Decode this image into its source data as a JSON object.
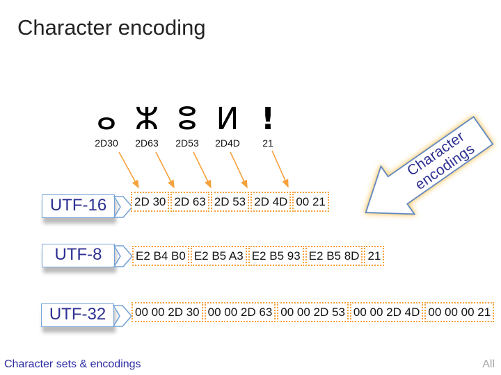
{
  "slide": {
    "title": "Character encoding",
    "footer_left": "Character sets & encodings",
    "footer_right": "All"
  },
  "characters": {
    "items": [
      {
        "glyph": "ⴰ",
        "code": "2D30"
      },
      {
        "glyph": "ⵣ",
        "code": "2D63"
      },
      {
        "glyph": "ⵓ",
        "code": "2D53"
      },
      {
        "glyph": "ⵍ",
        "code": "2D4D"
      },
      {
        "glyph": "!",
        "code": "21"
      }
    ]
  },
  "encodings": {
    "rows": [
      {
        "label": "UTF-16",
        "bytes": [
          "2D 30",
          "2D 63",
          "2D 53",
          "2D 4D",
          "00 21"
        ]
      },
      {
        "label": "UTF-8",
        "bytes": [
          "E2 B4 B0",
          "E2 B5 A3",
          "E2 B5 93",
          "E2 B5 8D",
          "21"
        ]
      },
      {
        "label": "UTF-32",
        "bytes": [
          "00 00 2D 30",
          "00 00 2D 63",
          "00 00 2D 53",
          "00 00 2D 4D",
          "00 00 00 21"
        ]
      }
    ],
    "callout": {
      "label": "Character encodings",
      "lines": [
        "Character",
        "encodings"
      ]
    }
  },
  "icons": {
    "callout_arrow": "block-arrow-left",
    "badge_tip": "chevron-right",
    "mapping_arrow": "arrow-down-right"
  },
  "colors": {
    "accent_orange": "#F6A13B",
    "badge_border": "#76A3D6",
    "navy_text": "#2D3092",
    "glow_yellow": "#FDC55E",
    "footer_blue": "#2B2BA3",
    "footer_gray": "#A8A8A8"
  }
}
